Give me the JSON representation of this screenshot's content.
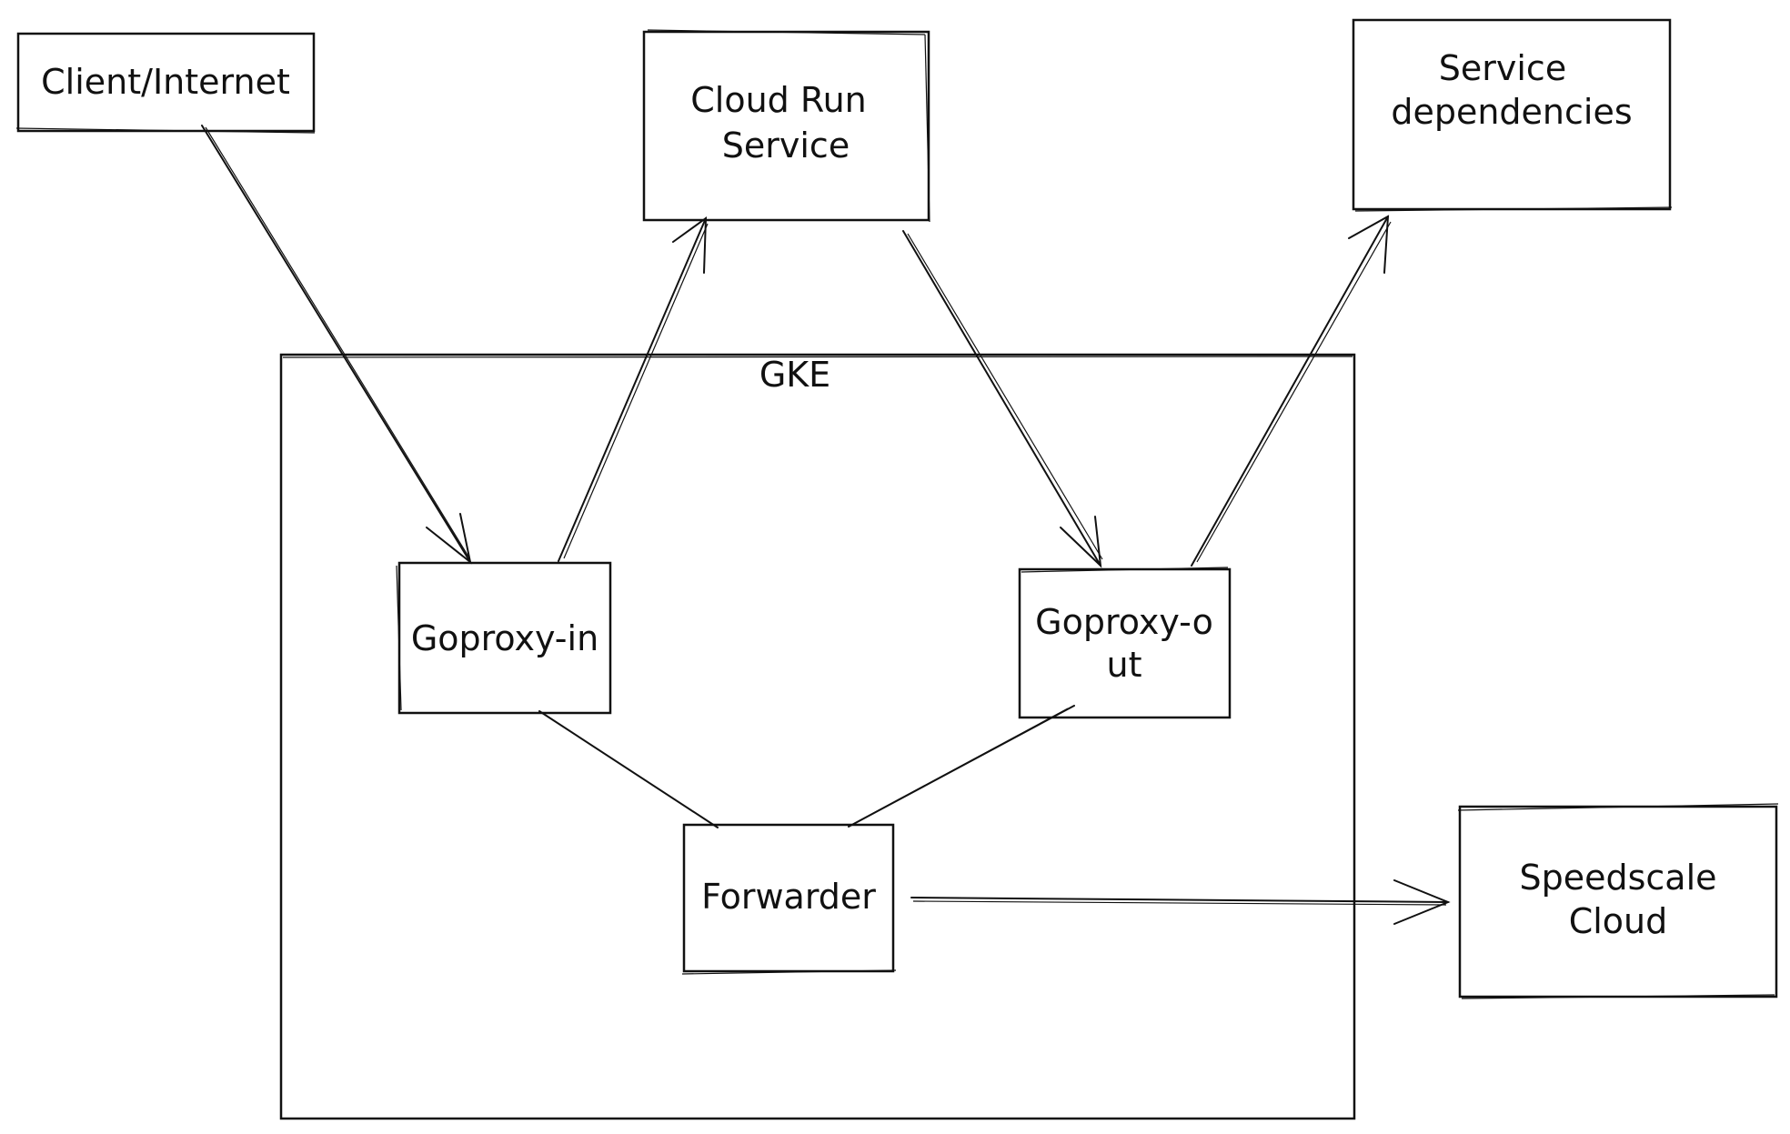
{
  "diagram": {
    "nodes": {
      "client": {
        "label": "Client/Internet"
      },
      "cloudrun": {
        "line1": "Cloud Run",
        "line2": "Service"
      },
      "deps": {
        "line1": "Service",
        "line2": "dependencies"
      },
      "gke": {
        "label": "GKE"
      },
      "goproxy_in": {
        "label": "Goproxy-in"
      },
      "goproxy_out": {
        "line1": "Goproxy-o",
        "line2": "ut"
      },
      "forwarder": {
        "label": "Forwarder"
      },
      "speedscale": {
        "line1": "Speedscale",
        "line2": "Cloud"
      }
    },
    "edges": [
      {
        "from": "Client/Internet",
        "to": "Goproxy-in",
        "arrow": true
      },
      {
        "from": "Goproxy-in",
        "to": "Cloud Run Service",
        "arrow": true
      },
      {
        "from": "Cloud Run Service",
        "to": "Goproxy-out",
        "arrow": true
      },
      {
        "from": "Goproxy-out",
        "to": "Service dependencies",
        "arrow": true
      },
      {
        "from": "Goproxy-in",
        "to": "Forwarder",
        "arrow": false
      },
      {
        "from": "Goproxy-out",
        "to": "Forwarder",
        "arrow": false
      },
      {
        "from": "Forwarder",
        "to": "Speedscale Cloud",
        "arrow": true
      }
    ]
  }
}
